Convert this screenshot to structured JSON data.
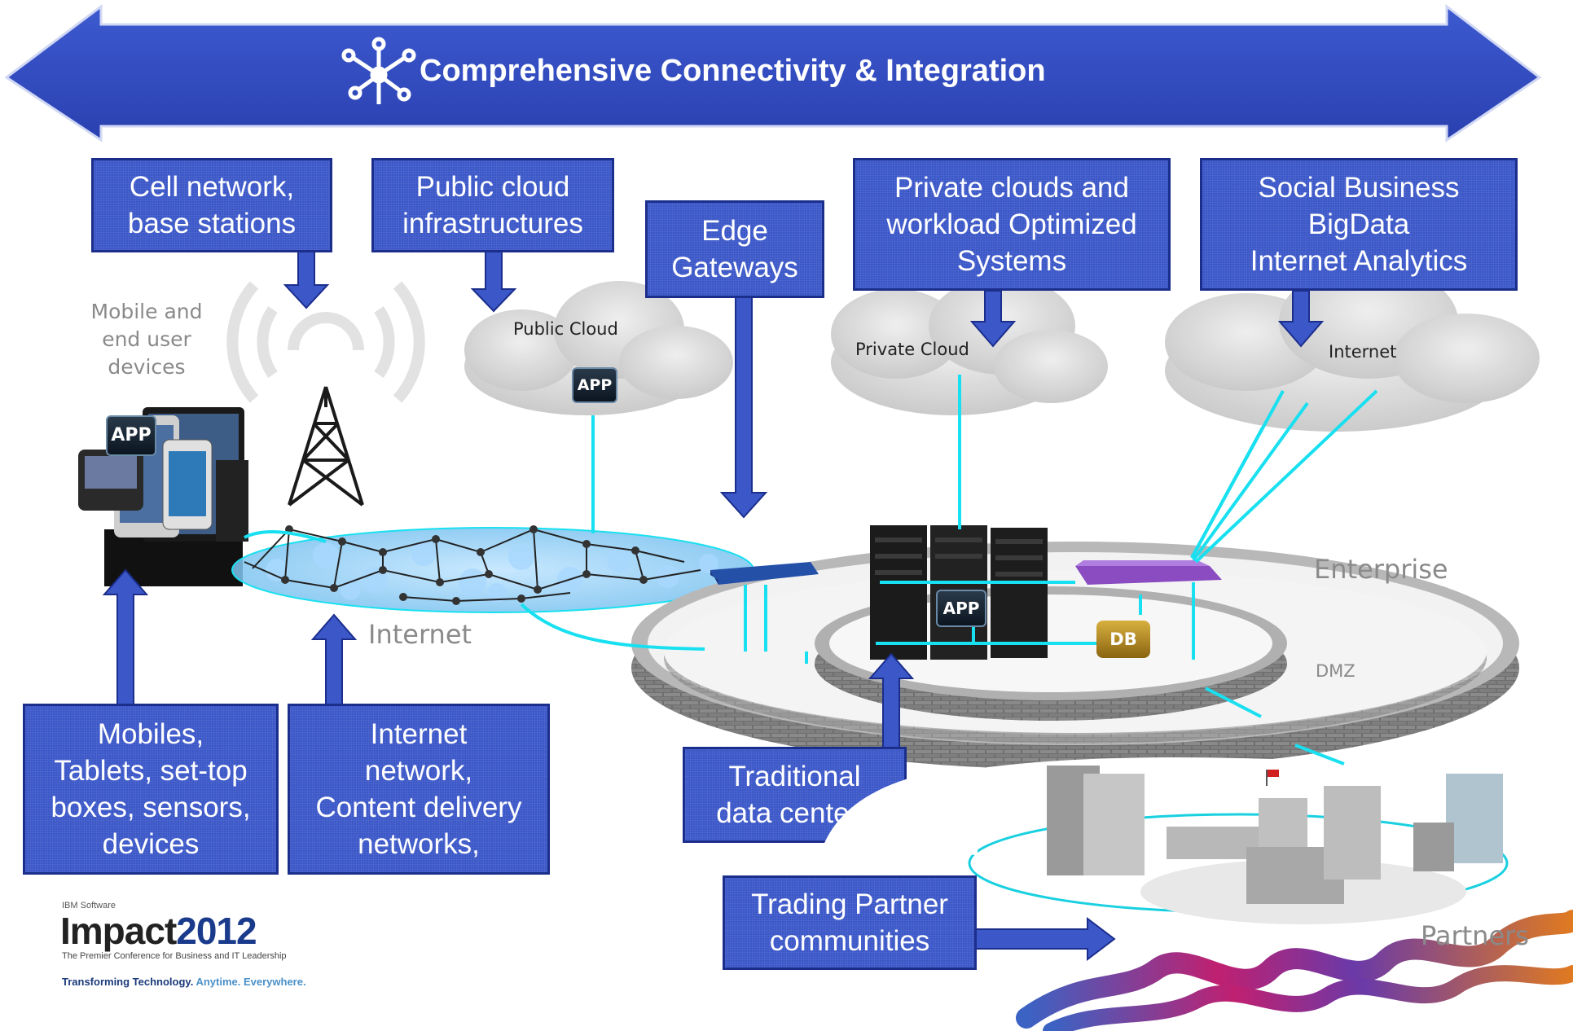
{
  "banner": {
    "title": "Comprehensive Connectivity & Integration"
  },
  "callouts": {
    "cell_network": [
      "Cell network,",
      "base stations"
    ],
    "public_cloud_infra": [
      "Public cloud",
      "infrastructures"
    ],
    "edge_gateways": [
      "Edge",
      "Gateways"
    ],
    "private_clouds": [
      "Private clouds and",
      "workload Optimized",
      "Systems"
    ],
    "social_business": [
      "Social Business",
      "BigData",
      "Internet Analytics"
    ],
    "mobiles": [
      "Mobiles,",
      "Tablets, set-top",
      "boxes, sensors,",
      "devices"
    ],
    "internet_network": [
      "Internet",
      "network,",
      "Content delivery",
      "networks,"
    ],
    "traditional_dc": [
      "Traditional",
      "data centers"
    ],
    "trading_partner": [
      "Trading Partner",
      "communities"
    ]
  },
  "labels": {
    "mobile_devices": [
      "Mobile and",
      "end user",
      "devices"
    ],
    "public_cloud": "Public Cloud",
    "private_cloud": "Private Cloud",
    "internet_cloud": "Internet",
    "internet_ring": "Internet",
    "enterprise": "Enterprise",
    "dmz": "DMZ",
    "partners": "Partners"
  },
  "badges": {
    "app": "APP",
    "db": "DB"
  },
  "icons": [
    "hub-network-icon",
    "cell-tower-icon",
    "mobile-devices-icon",
    "server-rack-icon",
    "network-switch-icon",
    "office-building-icon",
    "cloud-icon"
  ],
  "logo": {
    "small": "IBM Software",
    "name": "Impact",
    "year": "2012",
    "subtitle": "The Premier Conference for Business and IT Leadership",
    "tagline_a": "Transforming Technology.",
    "tagline_b": "Anytime. Everywhere."
  },
  "colors": {
    "callout_fill": "#3b57c8",
    "callout_border": "#1b2e8c",
    "link_cyan": "#19e0f0",
    "banner": "#2f49c0"
  }
}
